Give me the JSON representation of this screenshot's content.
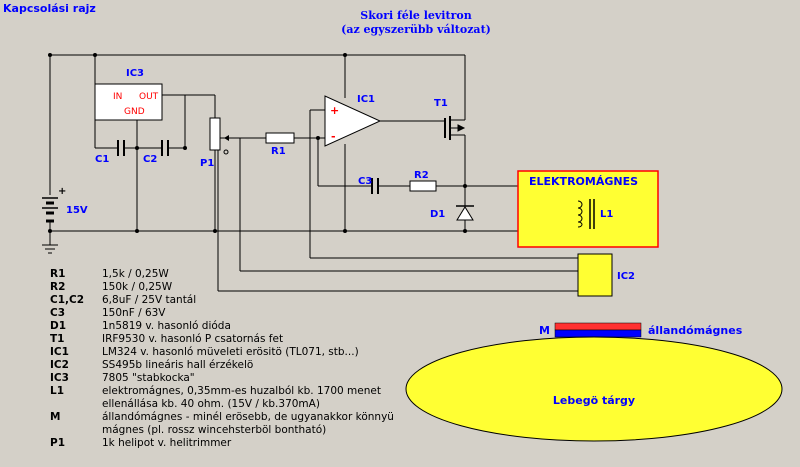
{
  "page_title": "Kapcsolási rajz",
  "diagram_title": {
    "line1": "Skori féle levitron",
    "line2": "(az egyszerübb változat)"
  },
  "labels": {
    "ic3": "IC3",
    "ic3_in": "IN",
    "ic3_out": "OUT",
    "ic3_gnd": "GND",
    "ic1": "IC1",
    "ic2": "IC2",
    "t1": "T1",
    "r1": "R1",
    "r2": "R2",
    "c1": "C1",
    "c2": "C2",
    "c3": "C3",
    "p1": "P1",
    "d1": "D1",
    "l1": "L1",
    "supply": "15V",
    "plus": "+",
    "opamp_plus": "+",
    "opamp_minus": "-",
    "electromagnet": "ELEKTROMÁGNES",
    "magnet_m": "M",
    "permanent_magnet": "állandómágnes",
    "floating_object": "Lebegö tárgy"
  },
  "parts": [
    {
      "ref": "R1",
      "desc": "1,5k / 0,25W"
    },
    {
      "ref": "R2",
      "desc": "150k / 0,25W"
    },
    {
      "ref": "C1,C2",
      "desc": "6,8uF / 25V tantál"
    },
    {
      "ref": "C3",
      "desc": "150nF / 63V"
    },
    {
      "ref": "D1",
      "desc": "1n5819 v. hasonló dióda"
    },
    {
      "ref": "T1",
      "desc": "IRF9530 v. hasonló P csatornás fet"
    },
    {
      "ref": "IC1",
      "desc": "LM324 v. hasonló müveleti erösitö (TL071, stb...)"
    },
    {
      "ref": "IC2",
      "desc": "SS495b lineáris hall érzékelö"
    },
    {
      "ref": "IC3",
      "desc": "7805 \"stabkocka\""
    },
    {
      "ref": "L1",
      "desc": "elektromágnes, 0,35mm-es huzalból kb. 1700 menet\nellenállása kb. 40 ohm. (15V / kb.370mA)"
    },
    {
      "ref": "M",
      "desc": "állandómágnes - minél erösebb, de ugyanakkor könnyü\nmágnes (pl. rossz wincehsterböl bontható)"
    },
    {
      "ref": "P1",
      "desc": "1k helipot v. helitrimmer"
    }
  ],
  "colors": {
    "background": "#d4d0c8",
    "wire": "#000000",
    "label_blue": "#0000ff",
    "component_red": "#ff0000",
    "yellow_fill": "#ffff33",
    "magnet_red": "#ff3030",
    "magnet_blue": "#0000ff"
  }
}
